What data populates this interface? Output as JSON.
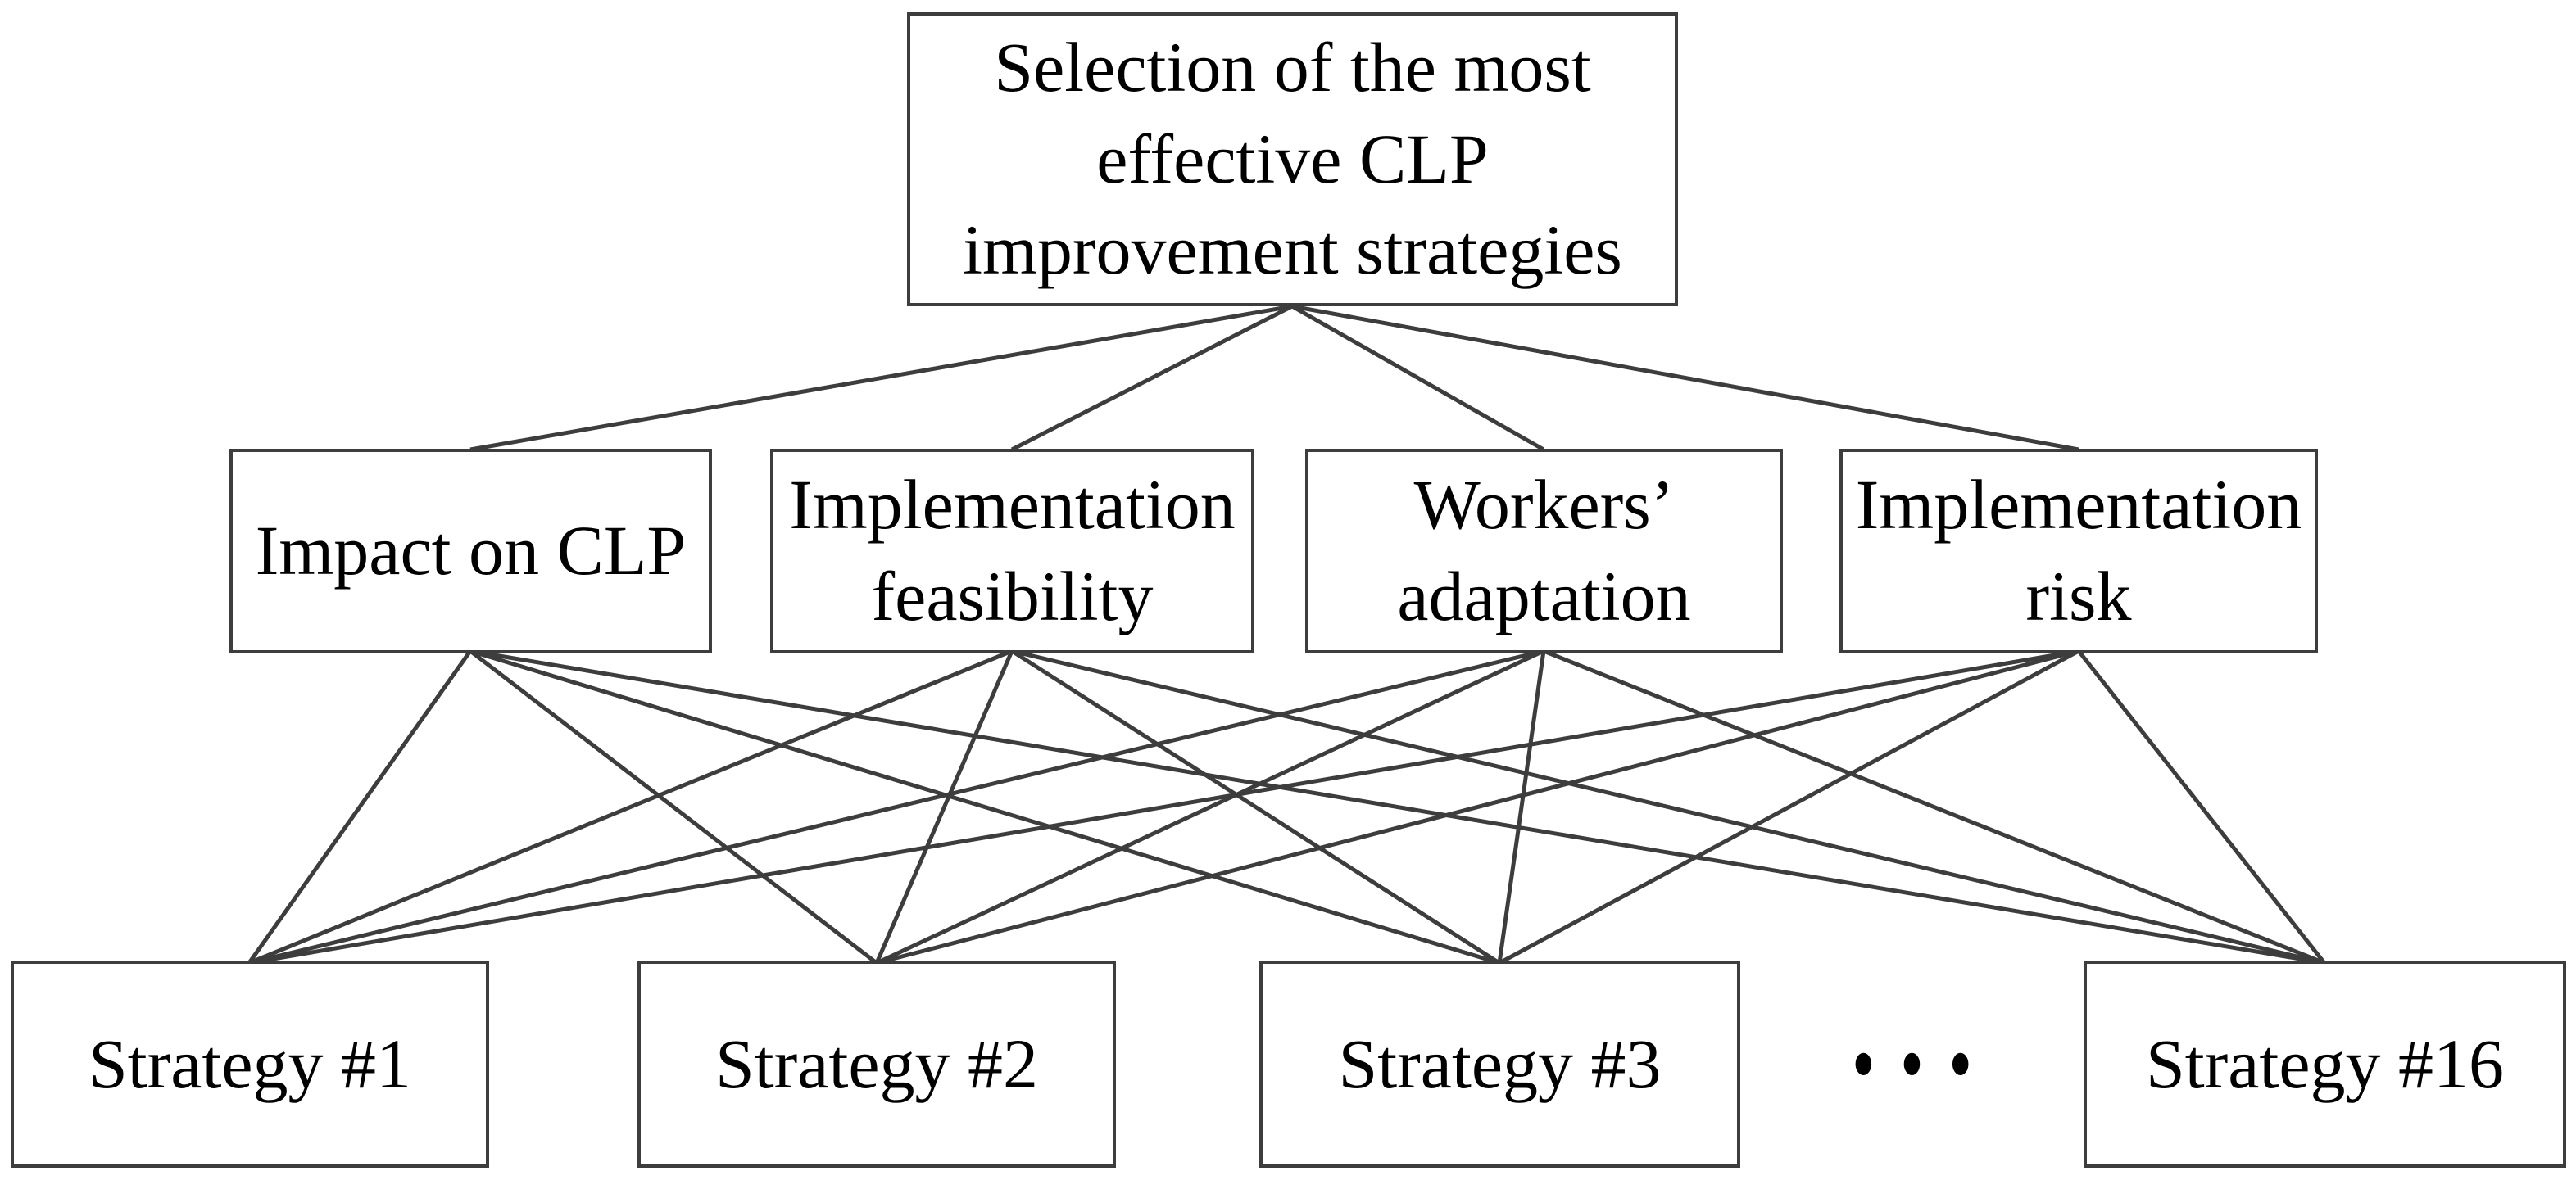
{
  "goal": {
    "label": "Selection of the most effective CLP improvement strategies",
    "lines": [
      "Selection of the most",
      "effective CLP",
      "improvement strategies"
    ]
  },
  "criteria": [
    {
      "label": "Impact on CLP",
      "lines": [
        "Impact on CLP",
        ""
      ]
    },
    {
      "label": "Implementation feasibility",
      "lines": [
        "Implementation",
        "feasibility"
      ]
    },
    {
      "label": "Workers’ adaptation",
      "lines": [
        "Workers’",
        "adaptation"
      ]
    },
    {
      "label": "Implementation risk",
      "lines": [
        "Implementation",
        "risk"
      ]
    }
  ],
  "strategies": [
    {
      "label": "Strategy #1"
    },
    {
      "label": "Strategy #2"
    },
    {
      "label": "Strategy #3"
    },
    {
      "label": "Strategy #16"
    }
  ],
  "ellipsis": "•••",
  "edges": {
    "goal_to_criteria": [
      [
        "goal",
        "c1"
      ],
      [
        "goal",
        "c2"
      ],
      [
        "goal",
        "c3"
      ],
      [
        "goal",
        "c4"
      ]
    ],
    "criteria_to_strategies": [
      [
        "c1",
        "s1"
      ],
      [
        "c1",
        "s2"
      ],
      [
        "c1",
        "s3"
      ],
      [
        "c1",
        "s16"
      ],
      [
        "c2",
        "s1"
      ],
      [
        "c2",
        "s2"
      ],
      [
        "c2",
        "s3"
      ],
      [
        "c2",
        "s16"
      ],
      [
        "c3",
        "s1"
      ],
      [
        "c3",
        "s2"
      ],
      [
        "c3",
        "s3"
      ],
      [
        "c3",
        "s16"
      ],
      [
        "c4",
        "s1"
      ],
      [
        "c4",
        "s2"
      ],
      [
        "c4",
        "s3"
      ],
      [
        "c4",
        "s16"
      ]
    ]
  },
  "colors": {
    "line": "#3d3d3d",
    "text": "#000000",
    "background": "#ffffff"
  }
}
